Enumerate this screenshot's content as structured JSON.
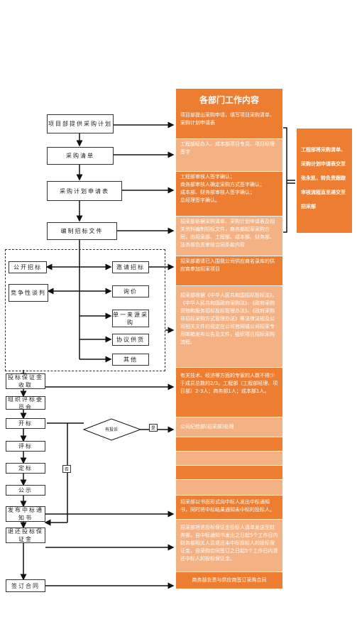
{
  "header": {
    "title": "各部门工作内容"
  },
  "flow": {
    "project_request": "项目部提供采购计划",
    "purchase_list": "采购清单",
    "purchase_plan_form": "采购计划申请表",
    "prepare_docs": "编制招标文件",
    "open_tender": "公开招标",
    "invited_tender": "邀请招标",
    "competitive_negotiation": "竞争性谈判",
    "inquiry": "询价",
    "single_source": "单一来源采购",
    "agreement_supply": "协议供货",
    "other": "其他",
    "bid_deposit": "投标保证金收取",
    "committee": "组织评标委员会",
    "bid_opening": "开标",
    "bid_evaluation": "评标",
    "bid_decision": "定标",
    "publicity": "公示",
    "notice": "发布中标通知书",
    "refund_deposit": "退还投标保证金",
    "contract": "签订合同",
    "objection": "有投诉",
    "yes": "是",
    "no": "否"
  },
  "content": {
    "r1": "项目部提出采购申请，填写项目采购清单、采购计划申请表",
    "r2": "工程部经办人、成本部项目专员、项目经理签字",
    "r3": "工程部审核人签字确认；\n商务部审核人确定采购方式签字确认；\n成本部、财务部审核人签字确认；\n总经理签字确认。",
    "r4": "招采部依据采购清单、采购计划申请表及相关资料编制招标文件，商务部起草采购合同，由招采部、工程部、成本部、财务部、法务部负责审核合同条款内容",
    "r5": "招采部邀请已入围我公司供应商名录库的供应商参加招采项目",
    "r6": "招采部根据《中华人民共和国招标投标法》、《中华人民共和国政府采购法》、《政府采购货物和服务招标投标管理办法》、《政府采购非招标采购方式管理办法》等法律法规及公司相关文件的规定在公司官网或公司招采专用邮箱发布公告及文件，组织项目招标采购流程。",
    "r7": "有关技术、经济等方面的专家的人数不得少于成员总数的2/3。工程部（工程部经理、项目部）2-3人；商务部1人；成本部1人。",
    "r8": "公司纪检部(招采部)处理",
    "r9": "招采部以书面形式向中标人发出中标通知书，同时将中标结果通知未中标的投标人。",
    "r10": "招采部将退投标保证金投标人清单发送至财务部，自中标通知书发出之日起5个工作日内财务部相关人员退还未中标投标人的投标保证金，自采购合同签订之日起5个工作日内退还中标人的投标保证金。",
    "r11": "商务部负责与供应商签订采购合同"
  },
  "side_note": "工程部将采购清单、采购计划申请表交至张永凯，转负责跟踪审核流程直至递交至招采部",
  "colors": {
    "accent_dark": "#ED7D31",
    "accent_light": "#F4B183"
  }
}
